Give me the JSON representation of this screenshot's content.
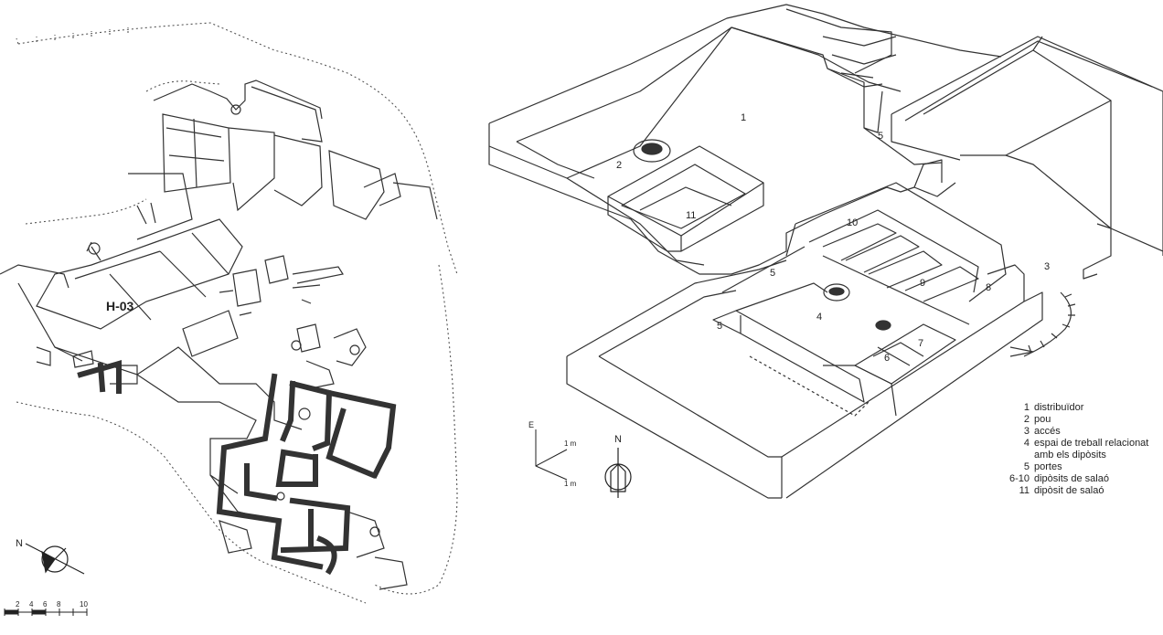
{
  "plan": {
    "sector_label": "H-03",
    "north_label": "N",
    "scale_ticks": [
      "2",
      "4",
      "6",
      "8",
      "10"
    ]
  },
  "axonometric": {
    "numbers": {
      "n1": "1",
      "n2": "2",
      "n3": "3",
      "n4": "4",
      "n5a": "5",
      "n5b": "5",
      "n5c": "5",
      "n6": "6",
      "n7": "7",
      "n8": "8",
      "n9": "9",
      "n10": "10",
      "n11": "11"
    },
    "north_label": "N",
    "axis_labels": {
      "vertical": "E",
      "x": "1 m",
      "y": "1 m"
    }
  },
  "legend": [
    {
      "num": "1",
      "text": "distribuïdor"
    },
    {
      "num": "2",
      "text": "pou"
    },
    {
      "num": "3",
      "text": "accés"
    },
    {
      "num": "4",
      "text": "espai de treball relacionat amb els dipòsits"
    },
    {
      "num": "5",
      "text": "portes"
    },
    {
      "num": "6-10",
      "text": "dipòsits de salaó"
    },
    {
      "num": "11",
      "text": "dipòsit de salaó"
    }
  ]
}
